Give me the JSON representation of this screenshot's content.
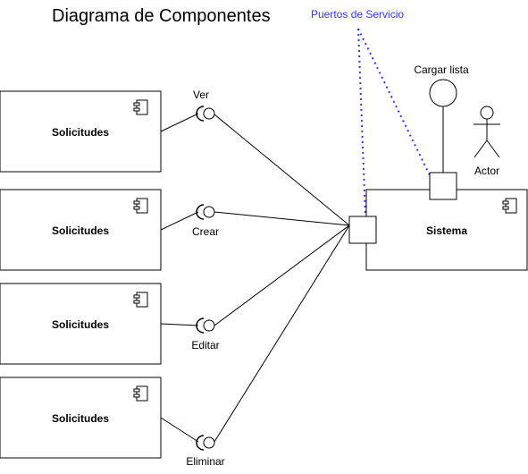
{
  "title": "Diagrama de Componentes",
  "annotation": "Puertos de Servicio",
  "annotation_color": "#3333ff",
  "components": [
    {
      "name": "Solicitudes",
      "interface": "Ver"
    },
    {
      "name": "Solicitudes",
      "interface": "Crear"
    },
    {
      "name": "Solicitudes",
      "interface": "Editar"
    },
    {
      "name": "Solicitudes",
      "interface": "Eliminar"
    }
  ],
  "system": {
    "name": "Sistema"
  },
  "provided_interface": {
    "label": "Cargar lista"
  },
  "actor": {
    "label": "Actor"
  }
}
